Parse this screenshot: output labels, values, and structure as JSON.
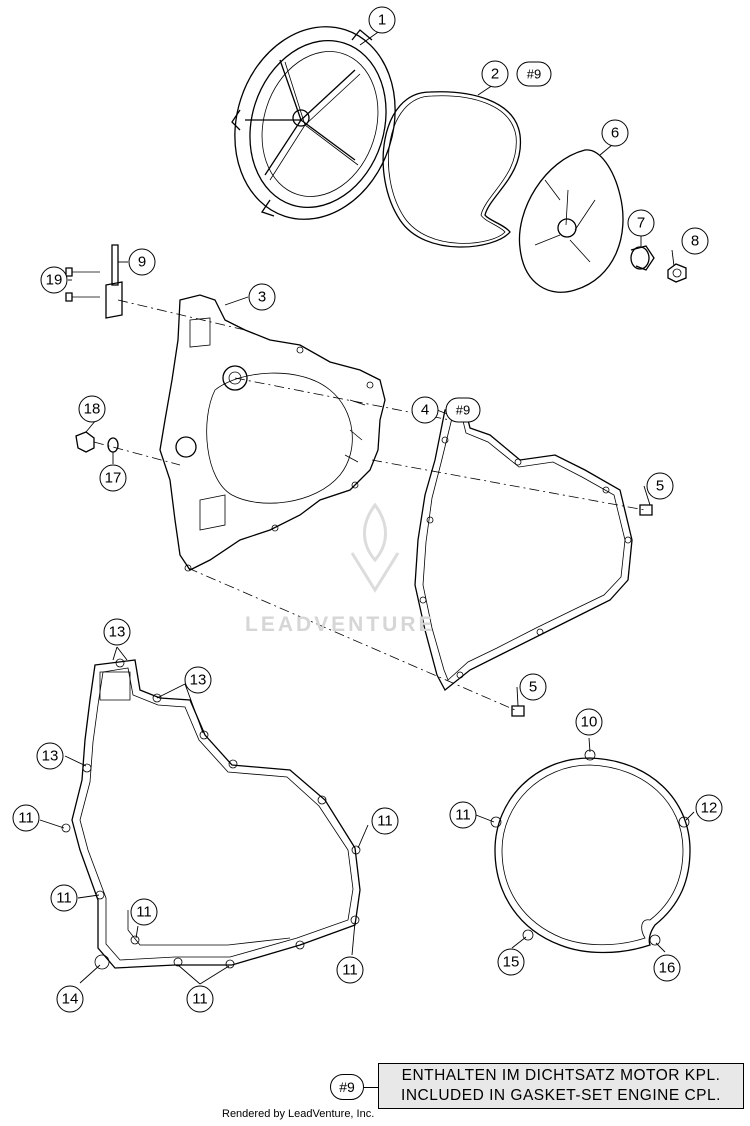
{
  "callouts": {
    "c1": "1",
    "c2": "2",
    "c2ref": "#9",
    "c3": "3",
    "c4": "4",
    "c4ref": "#9",
    "c5a": "5",
    "c5b": "5",
    "c6": "6",
    "c7": "7",
    "c8": "8",
    "c9": "9",
    "c10": "10",
    "c11a": "11",
    "c11b": "11",
    "c11c": "11",
    "c11d": "11",
    "c11e": "11",
    "c11f": "11",
    "c11g": "11",
    "c12": "12",
    "c13a": "13",
    "c13b": "13",
    "c13c": "13",
    "c14": "14",
    "c15": "15",
    "c16": "16",
    "c17": "17",
    "c18": "18",
    "c19": "19"
  },
  "note": {
    "ref": "#9",
    "line1": "ENTHALTEN IM DICHTSATZ MOTOR KPL.",
    "line2": "INCLUDED IN GASKET-SET ENGINE CPL."
  },
  "watermark": "LEADVENTURE",
  "credit": "Rendered by LeadVenture, Inc."
}
